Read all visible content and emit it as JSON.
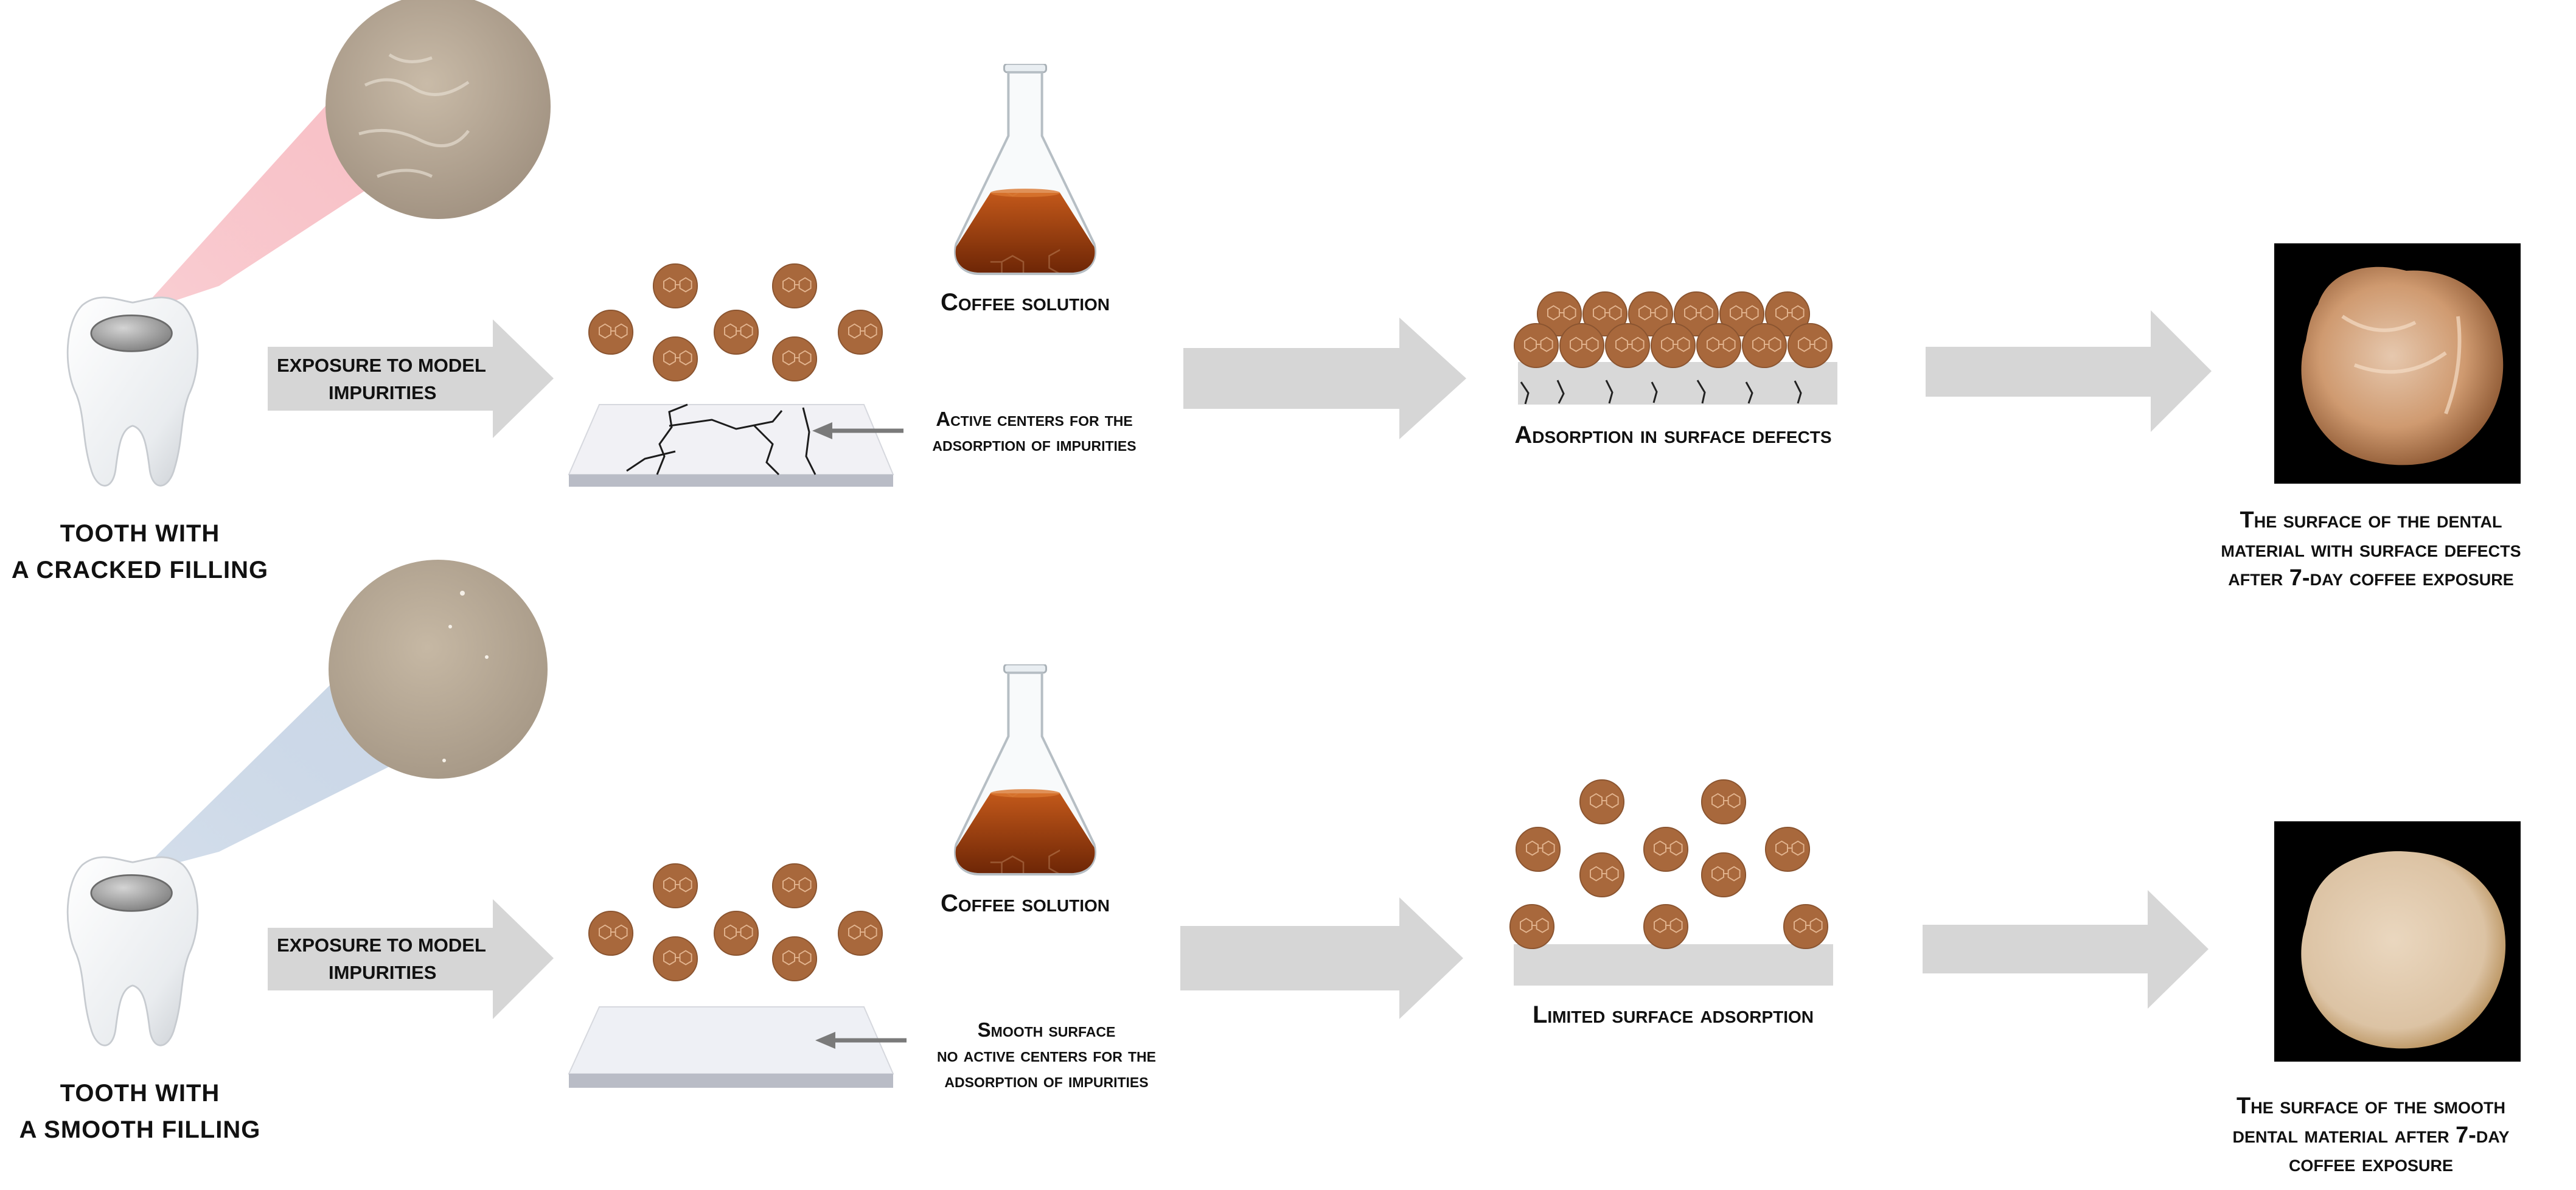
{
  "rows": [
    {
      "tooth_label_line1": "Tooth with",
      "tooth_label_line2": "a cracked filling",
      "exposure_label_line1": "Exposure to model",
      "exposure_label_line2": "impurities",
      "coffee_label": "Coffee solution",
      "surface_note_line1": "Active centers for the",
      "surface_note_line2": "adsorption of impurities",
      "adsorption_label": "Adsorption in surface defects",
      "result_label_line1": "The surface of the dental",
      "result_label_line2": "material with surface defects",
      "result_label_line3": "after 7-day coffee exposure"
    },
    {
      "tooth_label_line1": "Tooth with",
      "tooth_label_line2": "a smooth filling",
      "exposure_label_line1": "Exposure to model",
      "exposure_label_line2": "impurities",
      "coffee_label": "Coffee solution",
      "surface_note_line1": "Smooth surface",
      "surface_note_line2": "no active centers for the",
      "surface_note_line3": "adsorption of impurities",
      "adsorption_label": "Limited surface adsorption",
      "result_label_line1": "The surface of the smooth",
      "result_label_line2": "dental material after 7-day",
      "result_label_line3": "coffee exposure"
    }
  ],
  "colors": {
    "arrow": "#d6d6d6",
    "particle": "#a8683c",
    "coffee": "#8a3a0a",
    "cracked_beam": "#f4a3ab",
    "smooth_beam": "#b7c8dd",
    "slab_top": "#f1f1f5",
    "slab_side": "#b9bcc6",
    "layer": "#d8d8d8"
  }
}
